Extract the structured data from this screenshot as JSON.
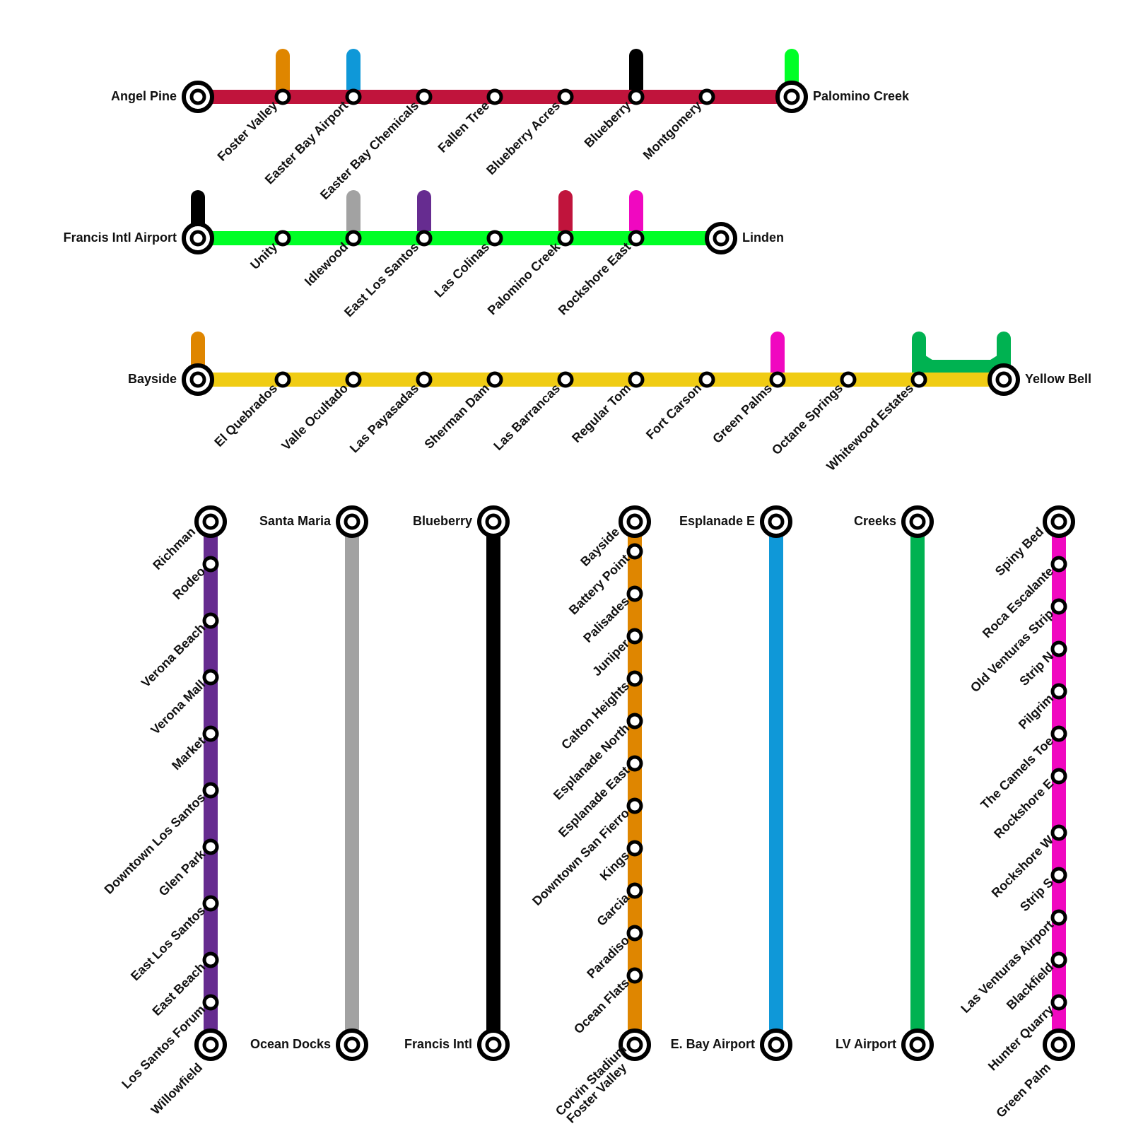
{
  "colors": {
    "red": "#c0143c",
    "green": "#00ff26",
    "yellow": "#f0cc14",
    "purple": "#662c90",
    "gray": "#a2a2a2",
    "black": "#000000",
    "orange": "#df8600",
    "blue": "#0f98d8",
    "dkgreen": "#00b251",
    "magenta": "#f008c0"
  },
  "horizontal_lines": [
    {
      "id": "red",
      "color": "red",
      "start_label": "Angel Pine",
      "end_label": "Palomino Creek",
      "stations": [
        "Foster Valley",
        "Easter Bay Airport",
        "Easter Bay Chemicals",
        "Fallen Tree",
        "Blueberry Acres",
        "Blueberry",
        "Montgomery"
      ],
      "connectors": [
        {
          "color": "orange",
          "at": 1
        },
        {
          "color": "blue",
          "at": 2
        },
        {
          "color": "black",
          "at": 6
        },
        {
          "color": "green",
          "at": "end"
        }
      ]
    },
    {
      "id": "green",
      "color": "green",
      "start_label": "Francis Intl Airport",
      "end_label": "Linden",
      "stations": [
        "Unity",
        "Idlewood",
        "East Los Santos",
        "Las Colinas",
        "Palomino Creek",
        "Rockshore East"
      ],
      "connectors": [
        {
          "color": "black",
          "at": "start"
        },
        {
          "color": "gray",
          "at": 2
        },
        {
          "color": "purple",
          "at": 3
        },
        {
          "color": "red",
          "at": 5
        },
        {
          "color": "magenta",
          "at": 6
        }
      ]
    },
    {
      "id": "yellow",
      "color": "yellow",
      "start_label": "Bayside",
      "end_label": "Yellow Bell",
      "stations": [
        "El Quebrados",
        "Valle Ocultado",
        "Las Payasadas",
        "Sherman Dam",
        "Las Barrancas",
        "Regular Tom",
        "Fort Carson",
        "Green Palms",
        "Octane Springs",
        "Whitewood Estates"
      ],
      "connectors": [
        {
          "color": "orange",
          "at": "start"
        },
        {
          "color": "magenta",
          "at": 8
        }
      ],
      "loop_color": "dkgreen"
    }
  ],
  "vertical_lines": [
    {
      "id": "purple",
      "color": "purple",
      "top_label": "",
      "bottom_label": "",
      "stations": [
        "Richman",
        "Rodeo",
        "Verona Beach",
        "Verona Mall",
        "Market",
        "Downtown Los Santos",
        "Glen Park",
        "East Los Santos",
        "East Beach",
        "Los Santos Forum",
        "Willowfield"
      ]
    },
    {
      "id": "gray",
      "color": "gray",
      "top_label": "Santa Maria",
      "bottom_label": "Ocean Docks",
      "stations": []
    },
    {
      "id": "black",
      "color": "black",
      "top_label": "Blueberry",
      "bottom_label": "Francis Intl",
      "stations": []
    },
    {
      "id": "orange",
      "color": "orange",
      "top_label": "",
      "bottom_label": "",
      "stations": [
        "Bayside",
        "Battery Point",
        "Palisades",
        "Juniper",
        "Calton Heights",
        "Esplanade North",
        "Esplanade East",
        "Downtown San Fierro",
        "Kings",
        "Garcia",
        "Paradiso",
        "Ocean Flats",
        "Corvin Stadium",
        "Foster Valley"
      ]
    },
    {
      "id": "blue",
      "color": "blue",
      "top_label": "Esplanade E",
      "bottom_label": "E. Bay Airport",
      "stations": []
    },
    {
      "id": "dkgreen",
      "color": "dkgreen",
      "top_label": "Creeks",
      "bottom_label": "LV Airport",
      "stations": []
    },
    {
      "id": "magenta",
      "color": "magenta",
      "top_label": "",
      "bottom_label": "",
      "stations": [
        "Spiny Bed",
        "Roca Escalante",
        "Old Venturas Strip",
        "Strip N",
        "Pilgrim",
        "The Camels Toe",
        "Rockshore E",
        "Rockshore W",
        "Strip S",
        "Las Venturas Airport",
        "Blackfield",
        "Hunter Quarry",
        "Green Palm"
      ]
    }
  ]
}
